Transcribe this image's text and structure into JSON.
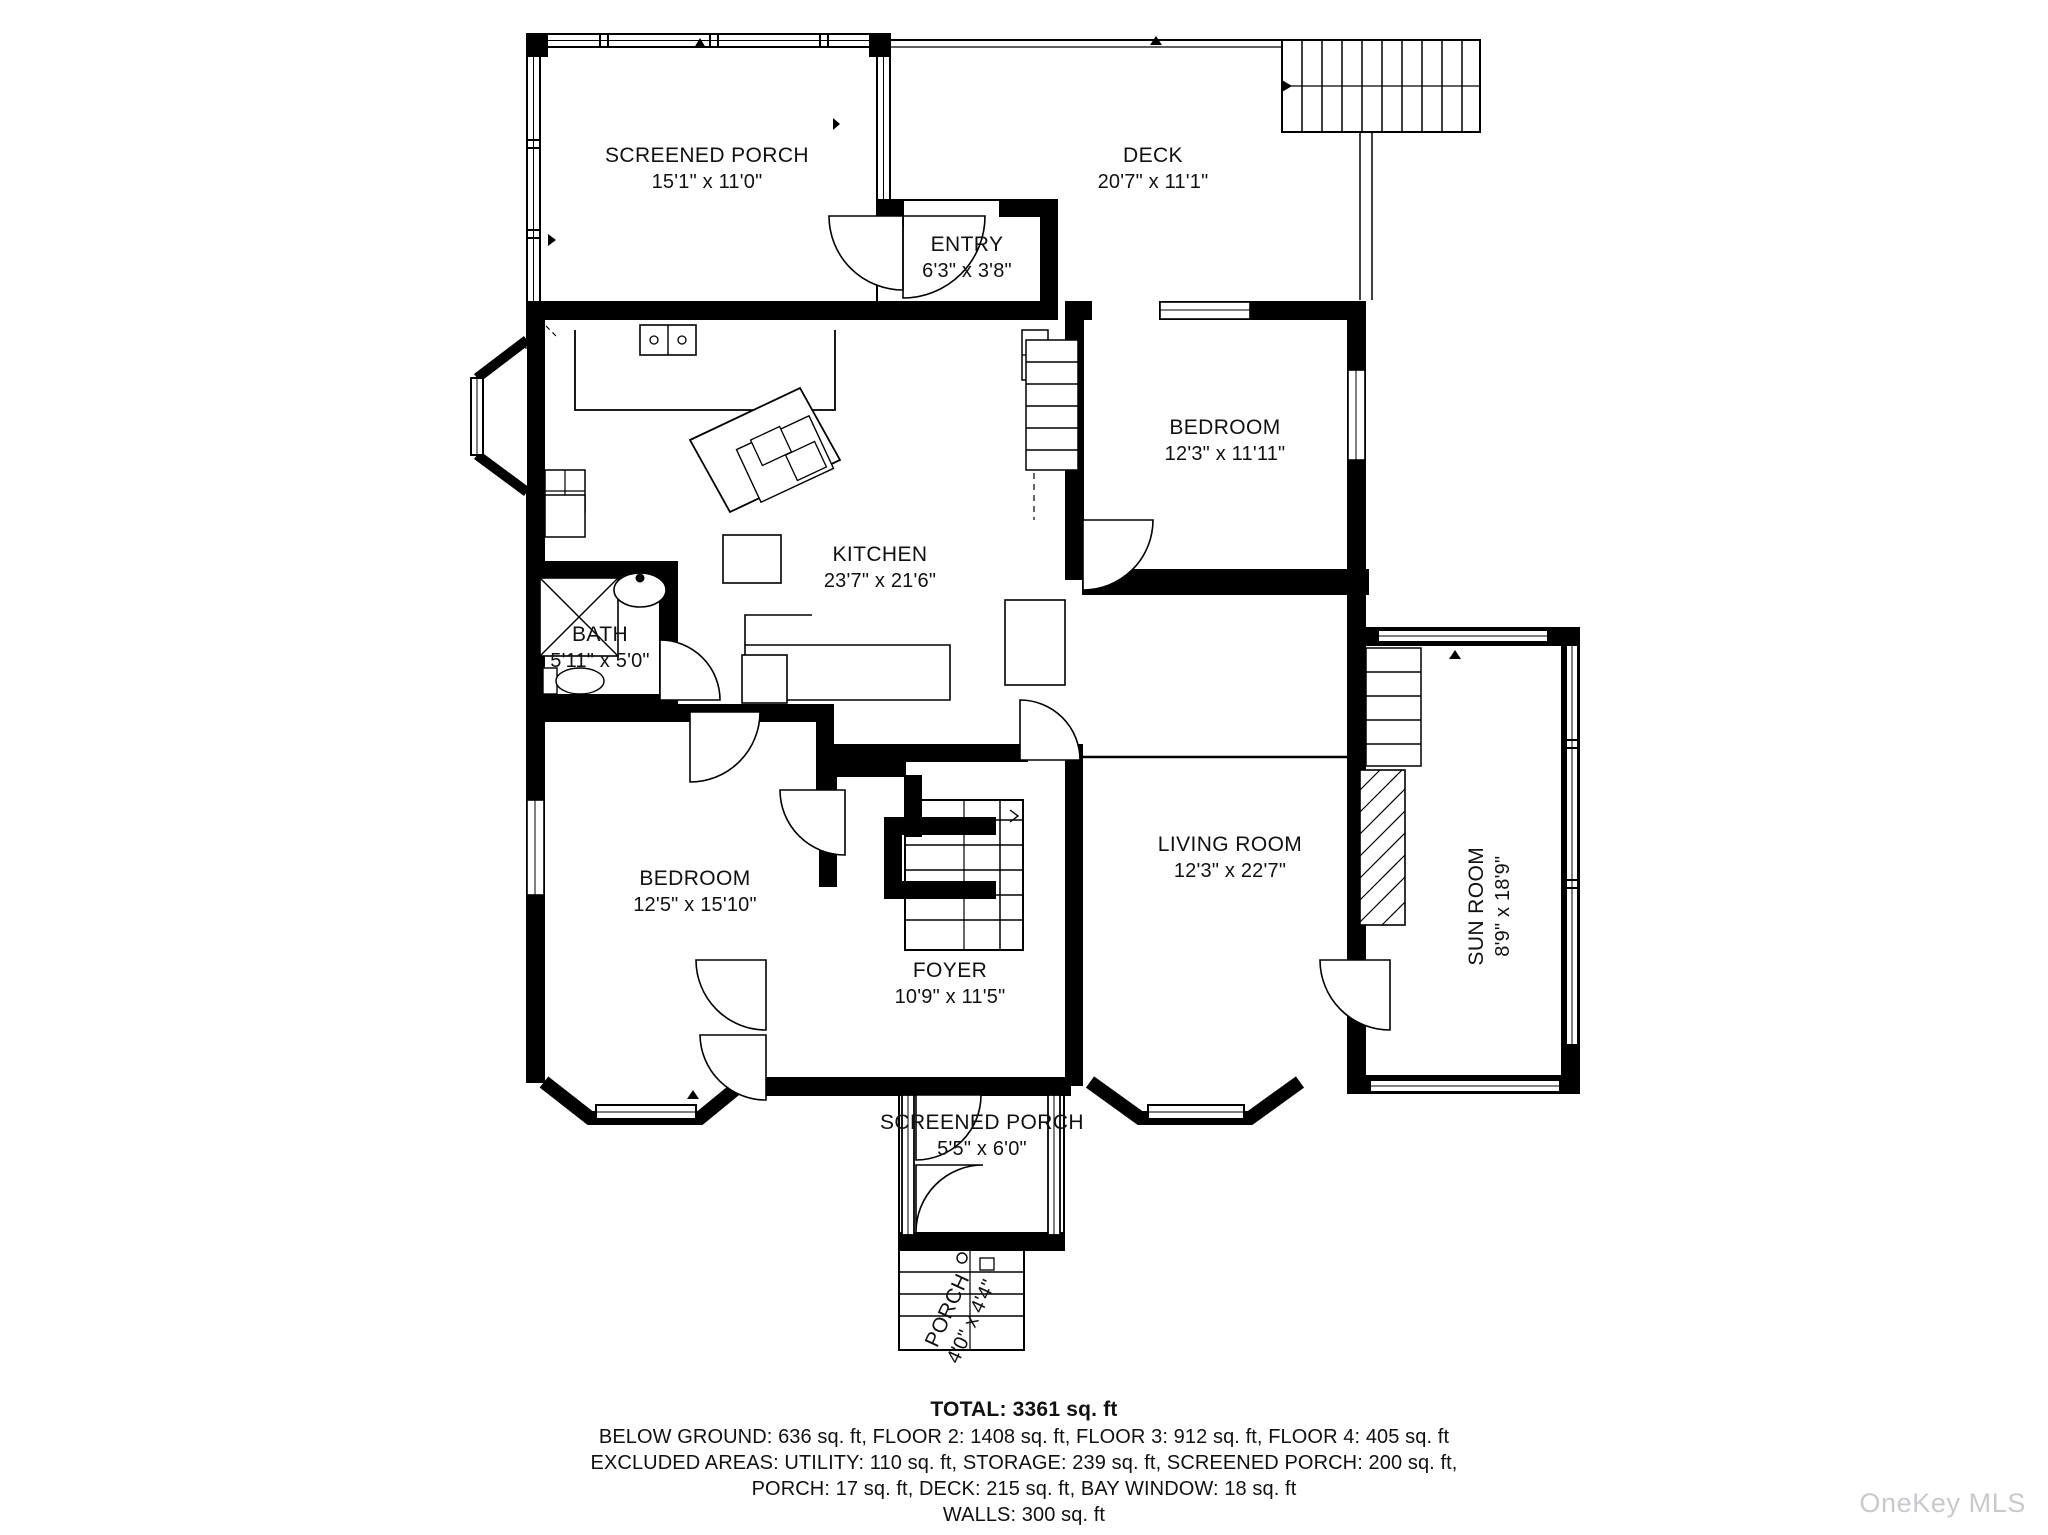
{
  "document": {
    "type": "floor-plan",
    "watermark": "OneKey MLS"
  },
  "rooms": [
    {
      "id": "screened-porch-top",
      "name": "SCREENED PORCH",
      "dimensions": "15'1\" x 11'0\""
    },
    {
      "id": "deck",
      "name": "DECK",
      "dimensions": "20'7\" x 11'1\""
    },
    {
      "id": "entry",
      "name": "ENTRY",
      "dimensions": "6'3\" x 3'8\""
    },
    {
      "id": "kitchen",
      "name": "KITCHEN",
      "dimensions": "23'7\" x 21'6\""
    },
    {
      "id": "bath",
      "name": "BATH",
      "dimensions": "5'11\" x 5'0\""
    },
    {
      "id": "bedroom-upper",
      "name": "BEDROOM",
      "dimensions": "12'3\" x 11'11\""
    },
    {
      "id": "bedroom-lower",
      "name": "BEDROOM",
      "dimensions": "12'5\" x 15'10\""
    },
    {
      "id": "living-room",
      "name": "LIVING ROOM",
      "dimensions": "12'3\" x 22'7\""
    },
    {
      "id": "sun-room",
      "name": "SUN ROOM",
      "dimensions": "8'9\" x 18'9\""
    },
    {
      "id": "foyer",
      "name": "FOYER",
      "dimensions": "10'9\" x 11'5\""
    },
    {
      "id": "screened-porch-bottom",
      "name": "SCREENED PORCH",
      "dimensions": "5'5\" x 6'0\""
    },
    {
      "id": "porch",
      "name": "PORCH",
      "dimensions": "4'0\" x 4'4\""
    }
  ],
  "summary": {
    "total": "TOTAL: 3361 sq. ft",
    "line1": "BELOW GROUND: 636 sq. ft, FLOOR 2: 1408 sq. ft, FLOOR 3: 912 sq. ft, FLOOR 4: 405 sq. ft",
    "line2": "EXCLUDED AREAS: UTILITY: 110 sq. ft, STORAGE: 239 sq. ft, SCREENED PORCH: 200 sq. ft,",
    "line3": "PORCH: 17 sq. ft, DECK: 215 sq. ft, BAY WINDOW: 18 sq. ft",
    "line4": "WALLS: 300 sq. ft"
  }
}
